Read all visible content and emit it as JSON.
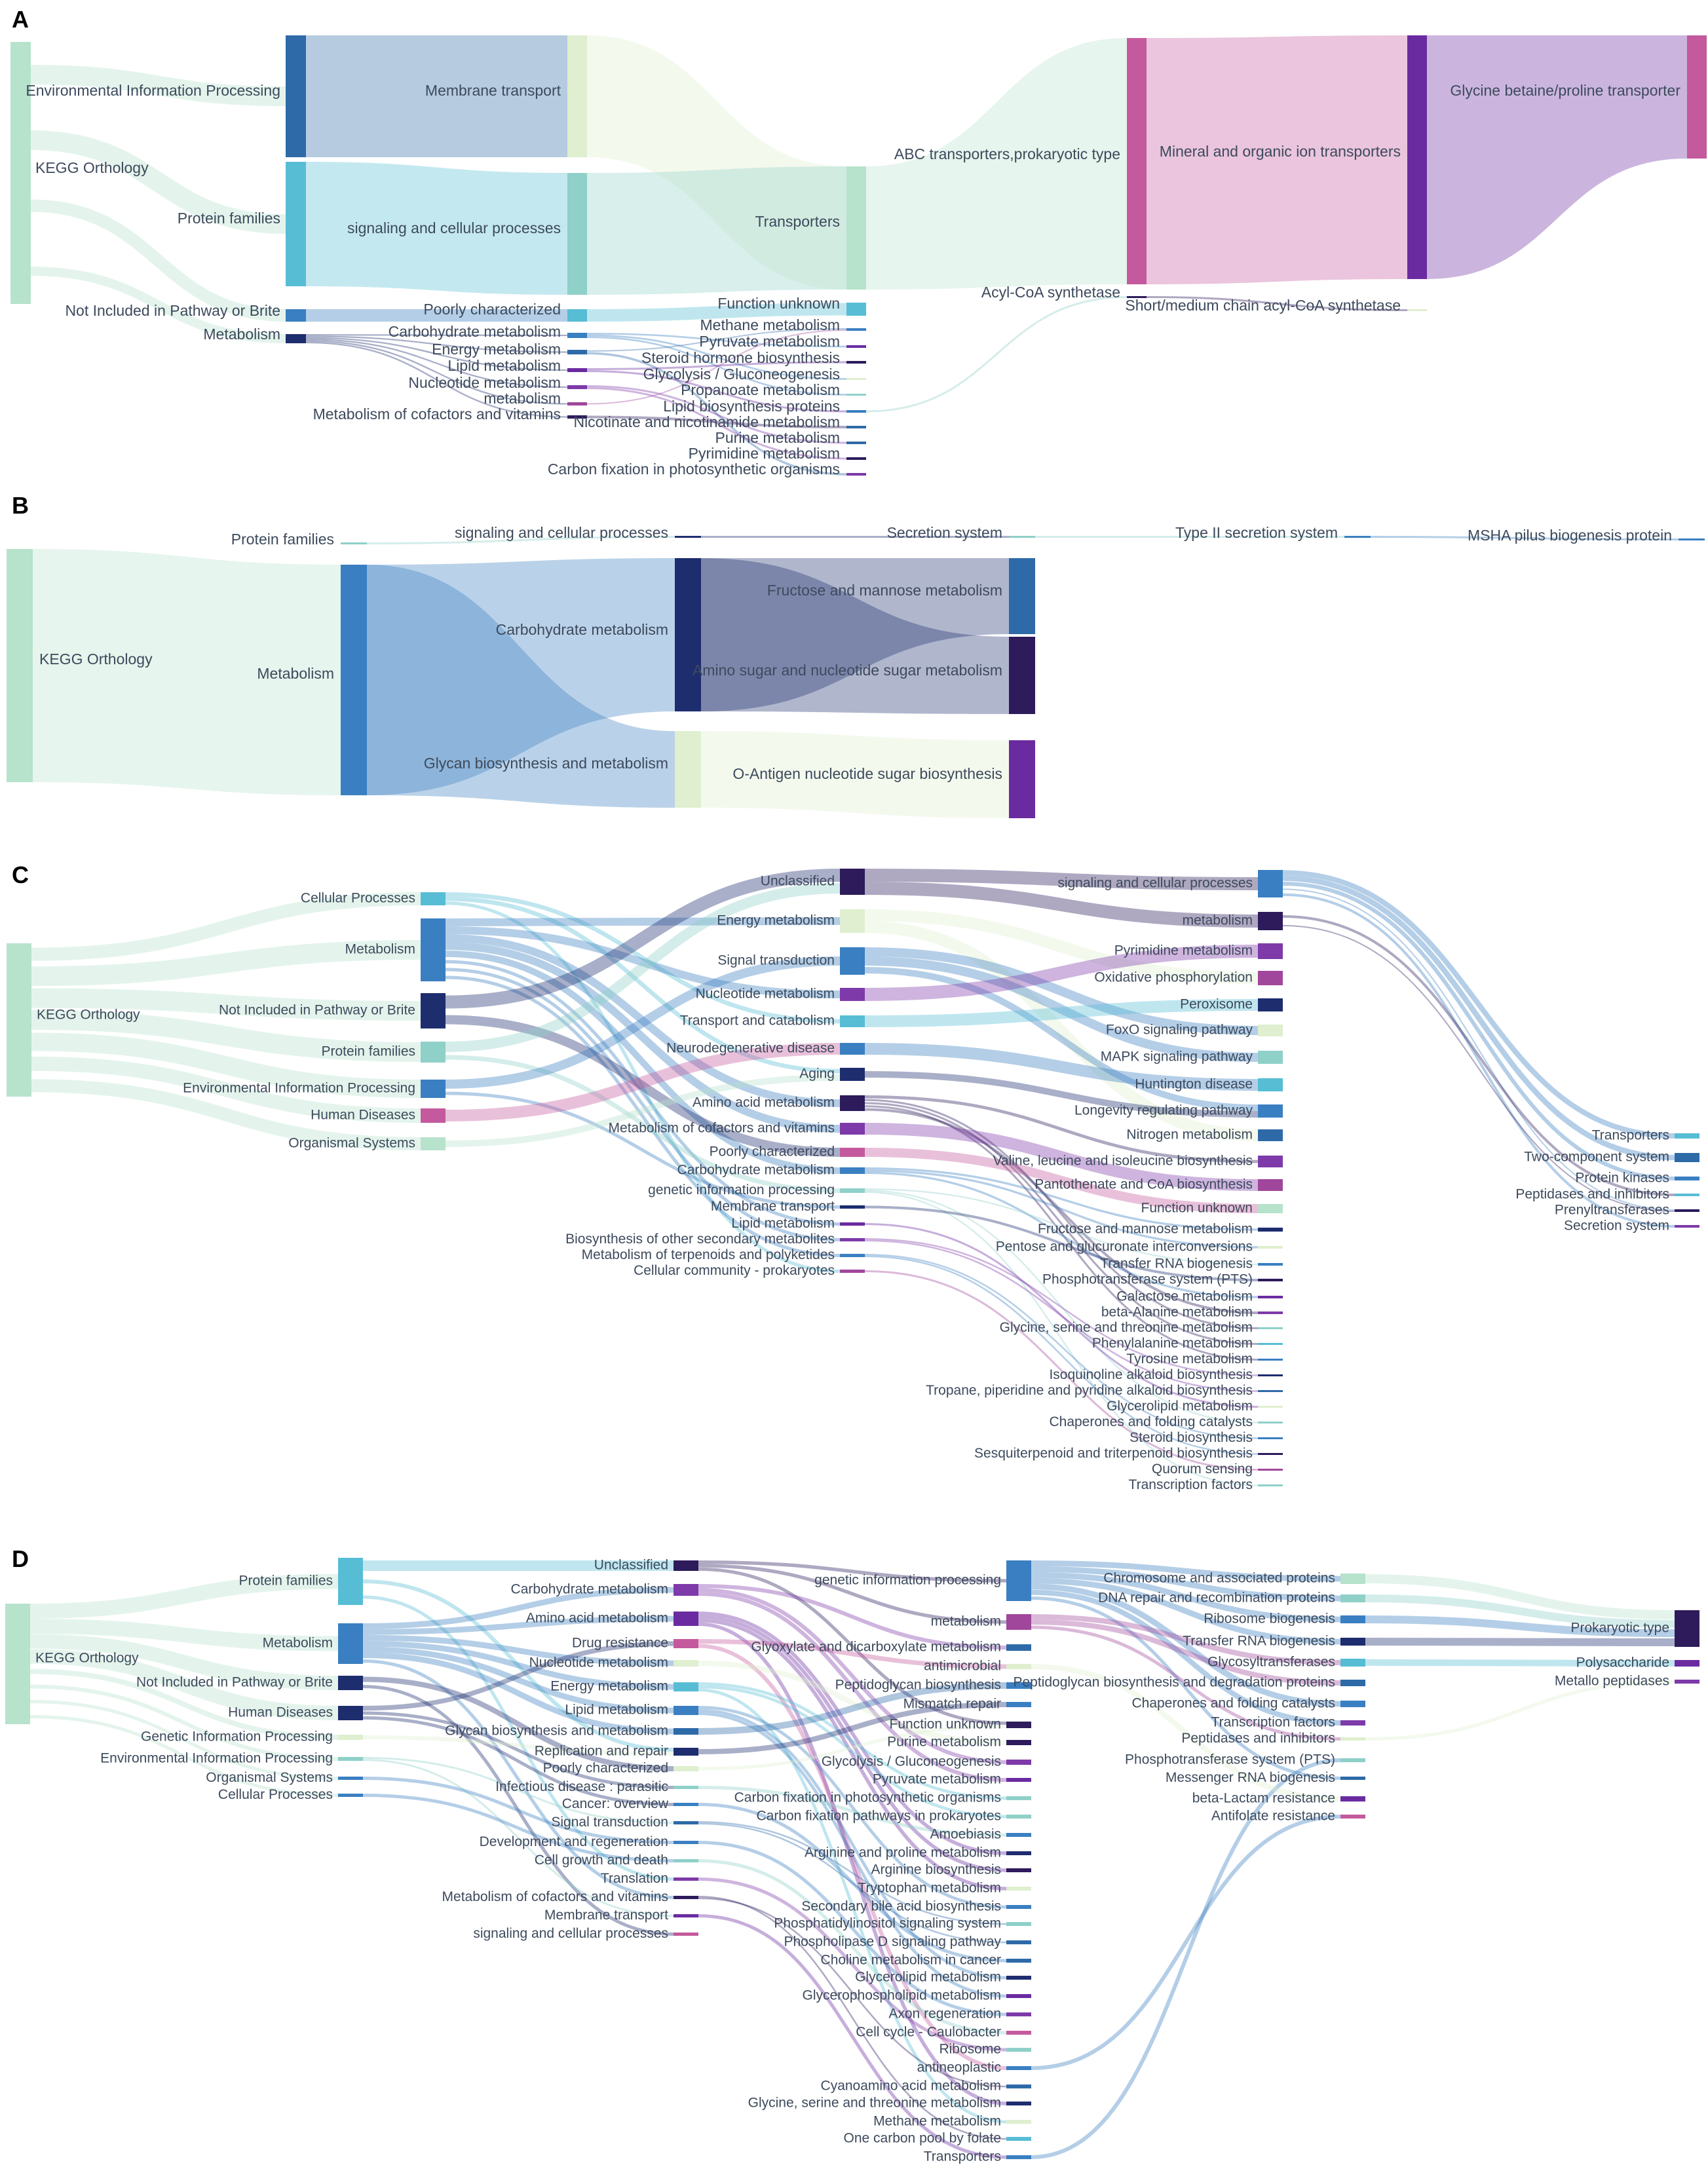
{
  "figure": {
    "panel_labels": [
      "A",
      "B",
      "C",
      "D"
    ]
  },
  "palette": {
    "root": "#b7e2cc",
    "blue_dark": "#2e6aa7",
    "blue_mid": "#3a7fc1",
    "cyan": "#57bdd4",
    "teal": "#8fd0c9",
    "light_green": "#dfefcf",
    "navy": "#1e2d6e",
    "indigo": "#2d1b5b",
    "purple": "#6a2ba0",
    "violet": "#7d3aa8",
    "magenta": "#a0479b",
    "pink": "#c45a9d"
  },
  "panels": {
    "A": {
      "label": "A",
      "nodes": [
        "KEGG Orthology",
        "Environmental Information Processing",
        "Protein families",
        "Not Included in Pathway or Brite",
        "Metabolism",
        "Membrane transport",
        "signaling and cellular processes",
        "Poorly characterized",
        "Carbohydrate metabolism",
        "Energy metabolism",
        "Lipid metabolism",
        "Nucleotide metabolism",
        "metabolism",
        "Metabolism of cofactors and vitamins",
        "Transporters",
        "Function unknown",
        "Methane metabolism",
        "Pyruvate metabolism",
        "Steroid hormone biosynthesis",
        "Glycolysis / Gluconeogenesis",
        "Propanoate metabolism",
        "Lipid biosynthesis proteins",
        "Nicotinate and nicotinamide metabolism",
        "Purine metabolism",
        "Pyrimidine metabolism",
        "Carbon fixation in photosynthetic organisms",
        "ABC transporters,prokaryotic type",
        "Acyl-CoA synthetase",
        "Mineral and organic ion transporters",
        "Short/medium chain acyl-CoA synthetase",
        "Glycine betaine/proline transporter"
      ]
    },
    "B": {
      "label": "B",
      "nodes": [
        "Protein families",
        "signaling and cellular processes",
        "Secretion system",
        "Type II secretion system",
        "MSHA pilus biogenesis protein",
        "KEGG Orthology",
        "Metabolism",
        "Carbohydrate metabolism",
        "Glycan biosynthesis and metabolism",
        "Fructose and mannose metabolism",
        "Amino sugar and nucleotide sugar metabolism",
        "O-Antigen nucleotide sugar biosynthesis"
      ]
    },
    "C": {
      "label": "C",
      "nodes": [
        "KEGG Orthology",
        "Cellular Processes",
        "Metabolism",
        "Not Included in Pathway or Brite",
        "Protein families",
        "Environmental Information Processing",
        "Human Diseases",
        "Organismal Systems",
        "Unclassified",
        "Energy metabolism",
        "Signal transduction",
        "Nucleotide metabolism",
        "Transport and catabolism",
        "Neurodegenerative disease",
        "Aging",
        "Amino acid metabolism",
        "Metabolism of cofactors and vitamins",
        "Poorly characterized",
        "Carbohydrate metabolism",
        "genetic information processing",
        "Membrane transport",
        "Lipid metabolism",
        "Biosynthesis of other secondary metabolites",
        "Metabolism of terpenoids and polyketides",
        "Cellular community - prokaryotes",
        "signaling and cellular processes",
        "metabolism",
        "Pyrimidine metabolism",
        "Oxidative phosphorylation",
        "Peroxisome",
        "FoxO signaling pathway",
        "MAPK signaling pathway",
        "Huntington disease",
        "Longevity regulating pathway",
        "Nitrogen metabolism",
        "Valine, leucine and isoleucine biosynthesis",
        "Pantothenate and CoA biosynthesis",
        "Function unknown",
        "Fructose and mannose metabolism",
        "Pentose and glucuronate interconversions",
        "Transfer RNA biogenesis",
        "Phosphotransferase system (PTS)",
        "Galactose metabolism",
        "beta-Alanine metabolism",
        "Glycine, serine and threonine metabolism",
        "Phenylalanine metabolism",
        "Tyrosine metabolism",
        "Isoquinoline alkaloid biosynthesis",
        "Tropane, piperidine and pyridine alkaloid biosynthesis",
        "Glycerolipid metabolism",
        "Chaperones and folding catalysts",
        "Steroid biosynthesis",
        "Sesquiterpenoid and triterpenoid biosynthesis",
        "Quorum sensing",
        "Transcription factors",
        "Transporters",
        "Two-component system",
        "Protein kinases",
        "Peptidases and inhibitors",
        "Prenyltransferases",
        "Secretion system"
      ]
    },
    "D": {
      "label": "D",
      "nodes": [
        "KEGG Orthology",
        "Protein families",
        "Metabolism",
        "Not Included in Pathway or Brite",
        "Human Diseases",
        "Genetic Information Processing",
        "Environmental Information Processing",
        "Organismal Systems",
        "Cellular Processes",
        "Unclassified",
        "Carbohydrate metabolism",
        "Amino acid metabolism",
        "Drug resistance",
        "Nucleotide metabolism",
        "Energy metabolism",
        "Lipid metabolism",
        "Glycan biosynthesis and metabolism",
        "Replication and repair",
        "Poorly characterized",
        "Infectious disease : parasitic",
        "Cancer: overview",
        "Signal transduction",
        "Development and regeneration",
        "Cell growth and death",
        "Translation",
        "Metabolism of cofactors and vitamins",
        "Membrane transport",
        "signaling and cellular processes",
        "genetic information processing",
        "metabolism",
        "Glyoxylate and dicarboxylate metabolism",
        "antimicrobial",
        "Peptidoglycan biosynthesis",
        "Mismatch repair",
        "Function unknown",
        "Purine metabolism",
        "Glycolysis / Gluconeogenesis",
        "Pyruvate metabolism",
        "Carbon fixation in photosynthetic organisms",
        "Carbon fixation pathways in prokaryotes",
        "Amoebiasis",
        "Arginine and proline metabolism",
        "Arginine biosynthesis",
        "Tryptophan metabolism",
        "Secondary bile acid biosynthesis",
        "Phosphatidylinositol signaling system",
        "Phospholipase D signaling pathway",
        "Choline metabolism in cancer",
        "Glycerolipid metabolism",
        "Glycerophospholipid metabolism",
        "Axon regeneration",
        "Cell cycle - Caulobacter",
        "Ribosome",
        "antineoplastic",
        "Cyanoamino acid metabolism",
        "Glycine, serine and threonine metabolism",
        "Methane metabolism",
        "One carbon pool by folate",
        "Transporters",
        "Chromosome and associated proteins",
        "DNA repair and recombination proteins",
        "Ribosome biogenesis",
        "Transfer RNA biogenesis",
        "Glycosyltransferases",
        "Peptidoglycan biosynthesis and degradation proteins",
        "Chaperones and folding catalysts",
        "Transcription factors",
        "Peptidases and inhibitors",
        "Phosphotransferase system (PTS)",
        "Messenger RNA biogenesis",
        "beta-Lactam resistance",
        "Antifolate resistance",
        "Prokaryotic type",
        "Polysaccharide",
        "Metallo peptidases"
      ]
    }
  }
}
